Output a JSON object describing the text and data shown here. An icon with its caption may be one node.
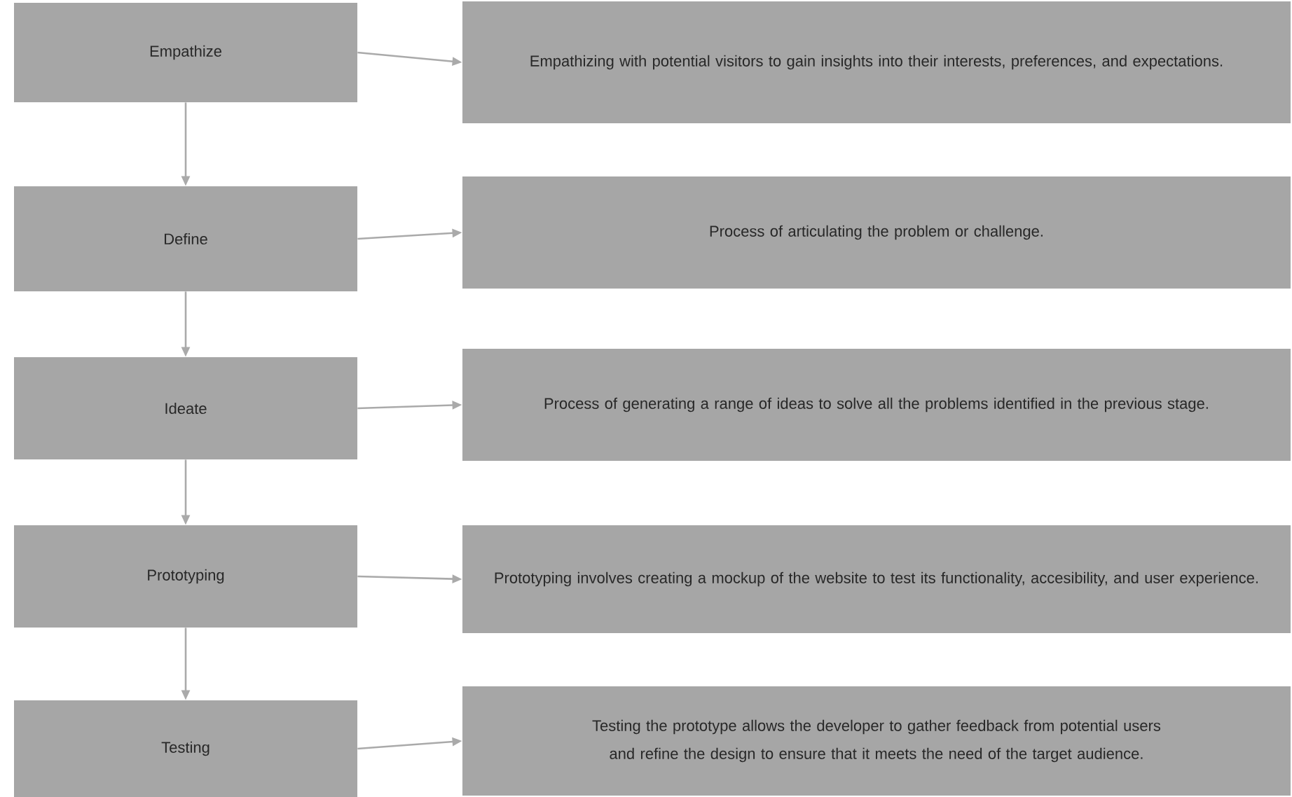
{
  "diagram": {
    "nodes": [
      {
        "text": [
          "Empathize"
        ]
      },
      {
        "text": [
          "Empathizing with potential visitors to gain insights into their interests, preferences, and expectations."
        ]
      },
      {
        "text": [
          "Define"
        ]
      },
      {
        "text": [
          "Process of articulating the problem or challenge."
        ]
      },
      {
        "text": [
          "Ideate"
        ]
      },
      {
        "text": [
          "Process of generating a range of ideas to solve all the problems identified in the previous stage."
        ]
      },
      {
        "text": [
          "Prototyping"
        ]
      },
      {
        "text": [
          "Prototyping involves creating a mockup of the website to test its functionality, accesibility, and user experience."
        ]
      },
      {
        "text": [
          "Testing"
        ]
      },
      {
        "text": [
          "Testing the prototype allows the developer to gather feedback from potential users and refine the design to ensure that it meets the need of the target audience."
        ]
      }
    ],
    "edges": [
      {
        "from": 0,
        "to": 1,
        "arrow": "to"
      },
      {
        "from": 0,
        "to": 2,
        "arrow": "to"
      },
      {
        "from": 2,
        "to": 3,
        "arrow": "to"
      },
      {
        "from": 2,
        "to": 4,
        "arrow": "to"
      },
      {
        "from": 4,
        "to": 5,
        "arrow": "to"
      },
      {
        "from": 4,
        "to": 6,
        "arrow": "to"
      },
      {
        "from": 6,
        "to": 7,
        "arrow": "to"
      },
      {
        "from": 6,
        "to": 8,
        "arrow": "to"
      },
      {
        "from": 8,
        "to": 9,
        "arrow": "to"
      }
    ]
  }
}
